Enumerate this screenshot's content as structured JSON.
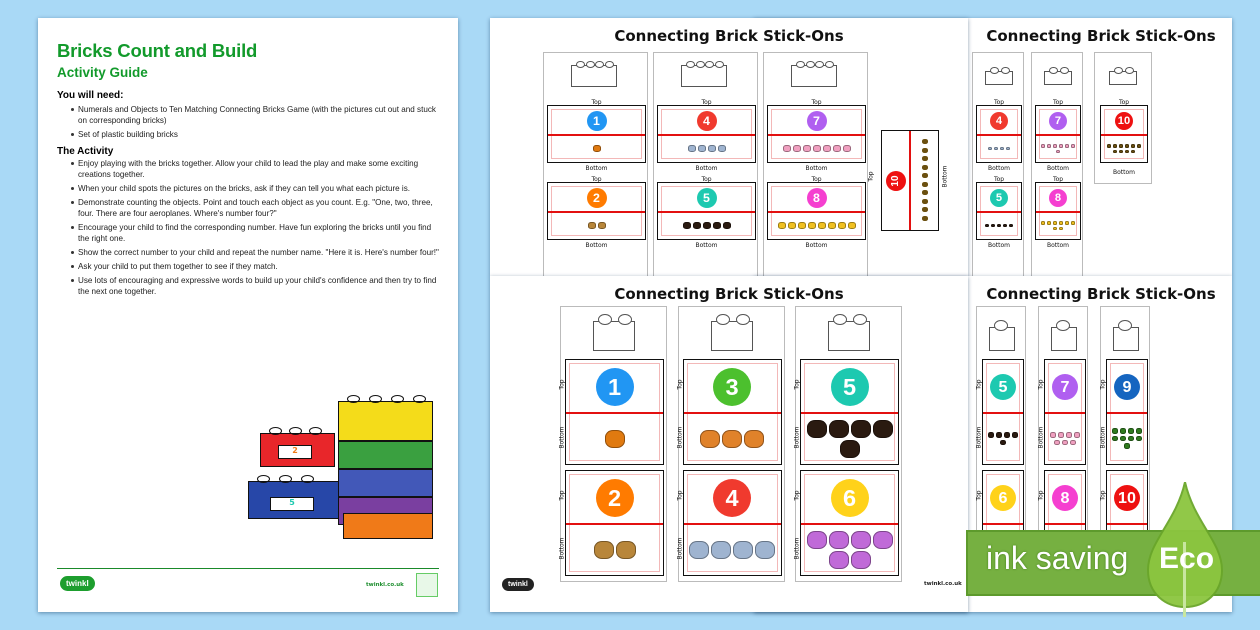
{
  "guide": {
    "title": "Bricks Count and Build",
    "subtitle": "Activity Guide",
    "need_heading": "You will need:",
    "need_items": [
      "Numerals and Objects to Ten Matching Connecting Bricks Game (with the pictures cut out and stuck on corresponding bricks)",
      "Set of plastic building bricks"
    ],
    "activity_heading": "The Activity",
    "activity_items": [
      "Enjoy playing with the bricks together. Allow your child to lead the play and make some exciting creations together.",
      "When your child spots the pictures on the bricks, ask if they can tell you what each picture is.",
      "Demonstrate counting the objects. Point and touch each object as you count. E.g. \"One, two, three, four. There are four aeroplanes. Where's number four?\"",
      "Encourage your child to find the corresponding number. Have fun exploring the bricks until you find the right one.",
      "Show the correct number to your child and repeat the number name.  \"Here it is. Here's number four!\"",
      "Ask your child to put them together to see if they match.",
      "Use lots of encouraging and expressive words to build up your child's confidence and then try to find the next one together."
    ],
    "logo": "twinkl",
    "url": "twinkl.co.uk",
    "brick_numbers": [
      "2",
      "5"
    ]
  },
  "sheet_title": "Connecting Brick Stick-Ons",
  "labels": {
    "top": "Top",
    "bottom": "Bottom"
  },
  "logo": "twinkl",
  "url": "twinkl.co.uk",
  "numbers": {
    "1": {
      "color": "#2196f3",
      "object": "butterfly",
      "obj_color": "#e07a10"
    },
    "2": {
      "color": "#ff7b00",
      "object": "cake",
      "obj_color": "#b8863a"
    },
    "3": {
      "color": "#4cc02e",
      "object": "cat",
      "obj_color": "#e0822a"
    },
    "4": {
      "color": "#f03a2e",
      "object": "aeroplane",
      "obj_color": "#9fb4d0"
    },
    "5": {
      "color": "#1dc9b0",
      "object": "dog",
      "obj_color": "#2a1a10"
    },
    "6": {
      "color": "#ffd21a",
      "object": "flower",
      "obj_color": "#c06ad8"
    },
    "7": {
      "color": "#b05ff0",
      "object": "ice-cream",
      "obj_color": "#f0a0c0"
    },
    "8": {
      "color": "#f53fd0",
      "object": "taxi",
      "obj_color": "#f0c020"
    },
    "9": {
      "color": "#1565c0",
      "object": "tree",
      "obj_color": "#2f7a1e"
    },
    "10": {
      "color": "#ee1111",
      "object": "bee",
      "obj_color": "#6b5010"
    }
  },
  "eco": {
    "text": "ink saving",
    "badge": "Eco"
  }
}
